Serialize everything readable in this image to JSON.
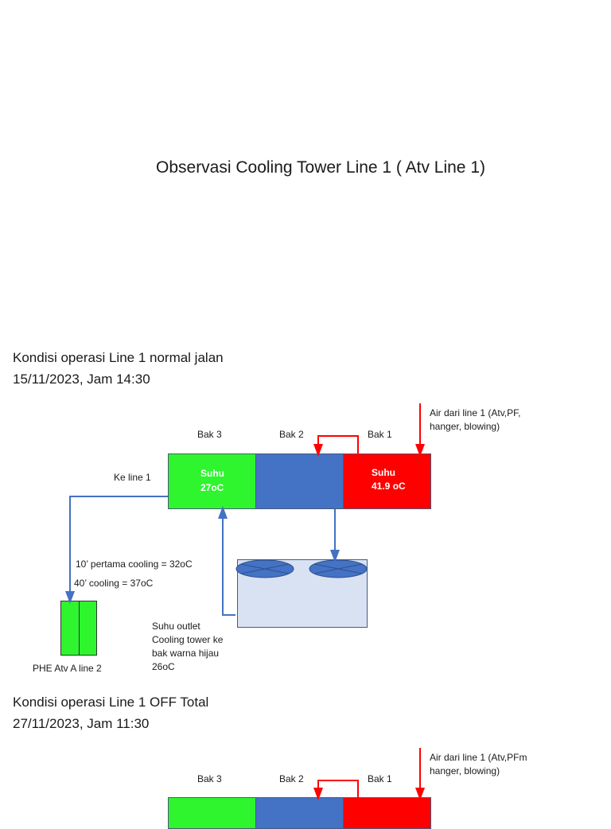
{
  "title": "Observasi Cooling Tower Line 1 ( Atv Line 1)",
  "section1": {
    "heading": "Kondisi operasi Line 1 normal jalan",
    "date": "15/11/2023, Jam 14:30",
    "bak3": "Bak 3",
    "bak2": "Bak 2",
    "bak1": "Bak 1",
    "bak3_temp_label": "Suhu",
    "bak3_temp": "27oC",
    "bak1_temp_label": "Suhu",
    "bak1_temp": "41.9 oC",
    "inlet_label_1": "Air dari line 1 (Atv,PF,",
    "inlet_label_2": "hanger, blowing)",
    "ke_line": "Ke line 1",
    "cooling_10": "10’ pertama cooling = 32oC",
    "cooling_40": "40’ cooling = 37oC",
    "outlet_1": "Suhu outlet",
    "outlet_2": "Cooling tower ke",
    "outlet_3": "bak warna hijau",
    "outlet_4": "26oC",
    "phe": "PHE Atv A line 2"
  },
  "section2": {
    "heading": "Kondisi operasi Line 1 OFF Total",
    "date": "27/11/2023, Jam 11:30",
    "bak3": "Bak 3",
    "bak2": "Bak 2",
    "bak1": "Bak 1",
    "inlet_label_1": "Air dari line 1 (Atv,PFm",
    "inlet_label_2": "hanger, blowing)"
  },
  "colors": {
    "green": "#2ef52e",
    "blue": "#4472c4",
    "red": "#ff0000",
    "tower": "#d9e2f3"
  }
}
